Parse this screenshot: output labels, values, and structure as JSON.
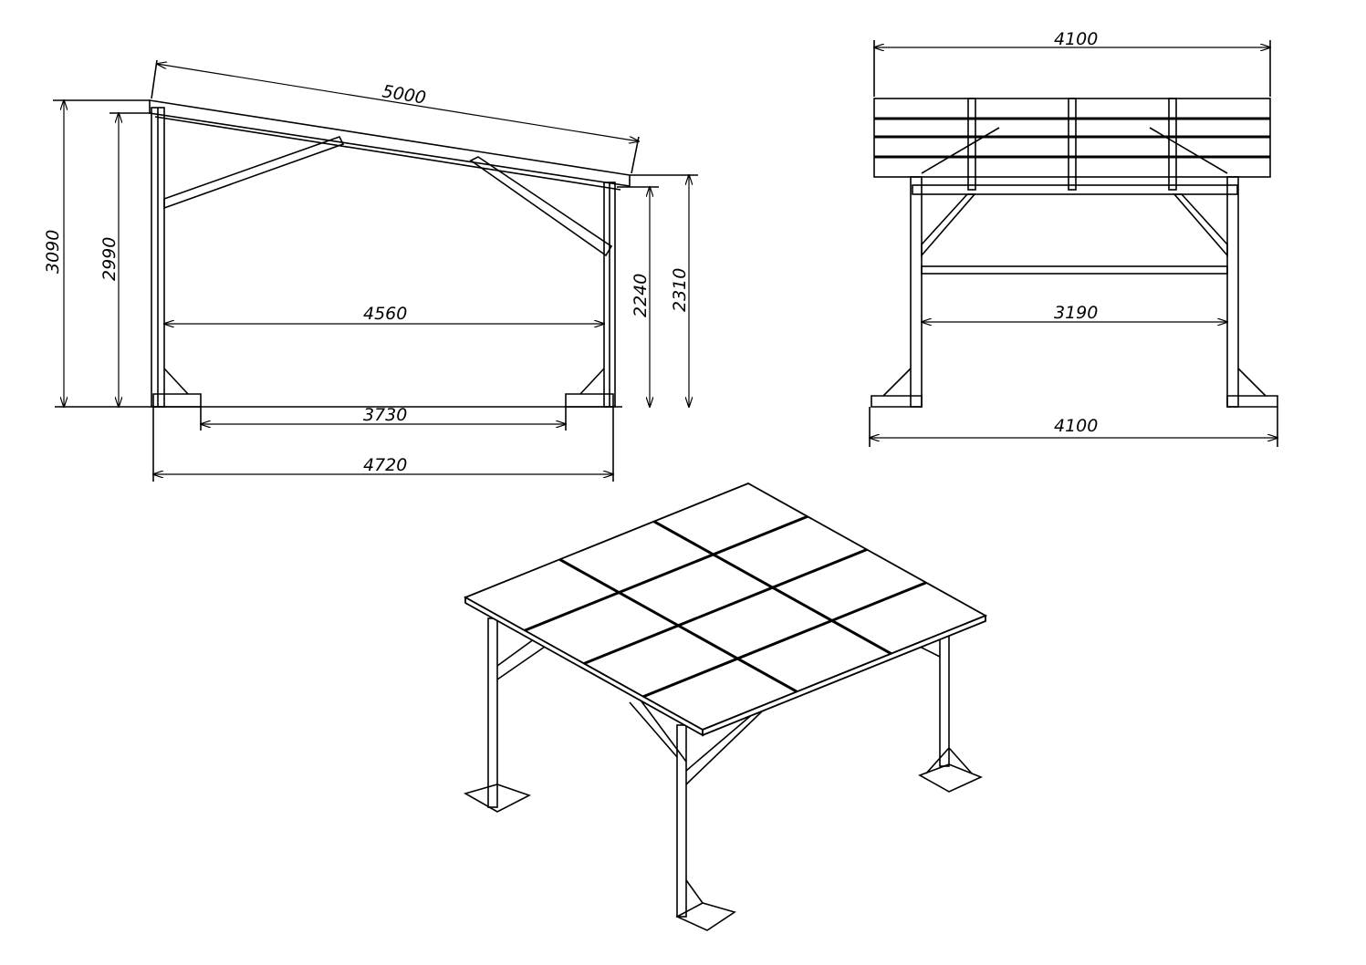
{
  "side_view": {
    "dims": {
      "roof_length": "5000",
      "total_height": "3090",
      "post_height_high": "2990",
      "inner_width": "4560",
      "post_height_low": "2240",
      "low_total_height": "2310",
      "base_inner": "3730",
      "overall_width": "4720"
    }
  },
  "front_view": {
    "dims": {
      "roof_width": "4100",
      "inner_width": "3190",
      "base_width": "4100"
    }
  },
  "colors": {
    "line": "#000000",
    "background": "#ffffff"
  }
}
